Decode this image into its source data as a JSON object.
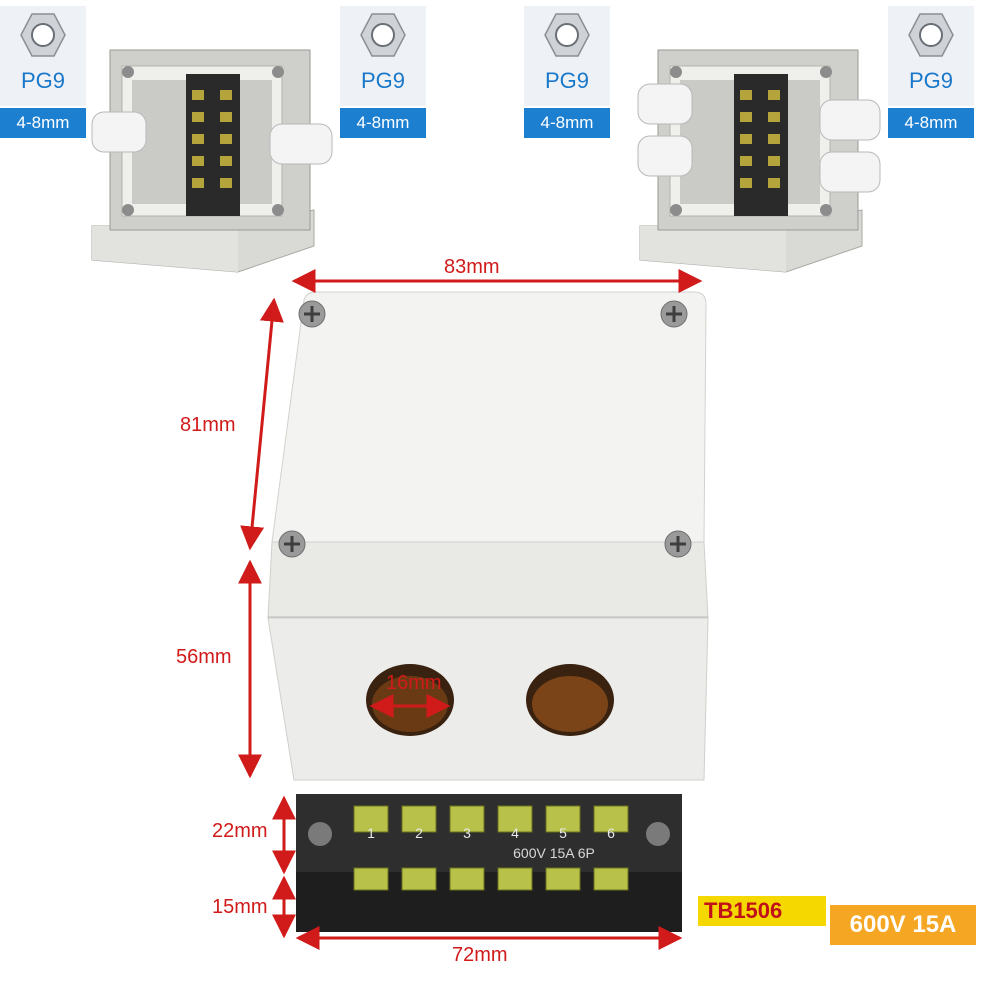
{
  "gland_cards": [
    {
      "label": "PG9",
      "range": "4-8mm"
    },
    {
      "label": "PG9",
      "range": "4-8mm"
    },
    {
      "label": "PG9",
      "range": "4-8mm"
    },
    {
      "label": "PG9",
      "range": "4-8mm"
    }
  ],
  "dimensions": {
    "enclosure_width": "83mm",
    "lid_depth": "81mm",
    "body_height": "56mm",
    "hole_diameter": "16mm",
    "terminal_height": "22mm",
    "terminal_base": "15mm",
    "terminal_length": "72mm"
  },
  "terminal_block": {
    "model": "TB1506",
    "rating": "600V 15A",
    "printed_rating": "600V 15A 6P",
    "positions": [
      "1",
      "2",
      "3",
      "4",
      "5",
      "6"
    ]
  },
  "colors": {
    "accent_blue": "#1c7fd0",
    "dimension_red": "#d11a1a",
    "badge_yellow": "#f5d800",
    "badge_orange": "#f5a623"
  }
}
